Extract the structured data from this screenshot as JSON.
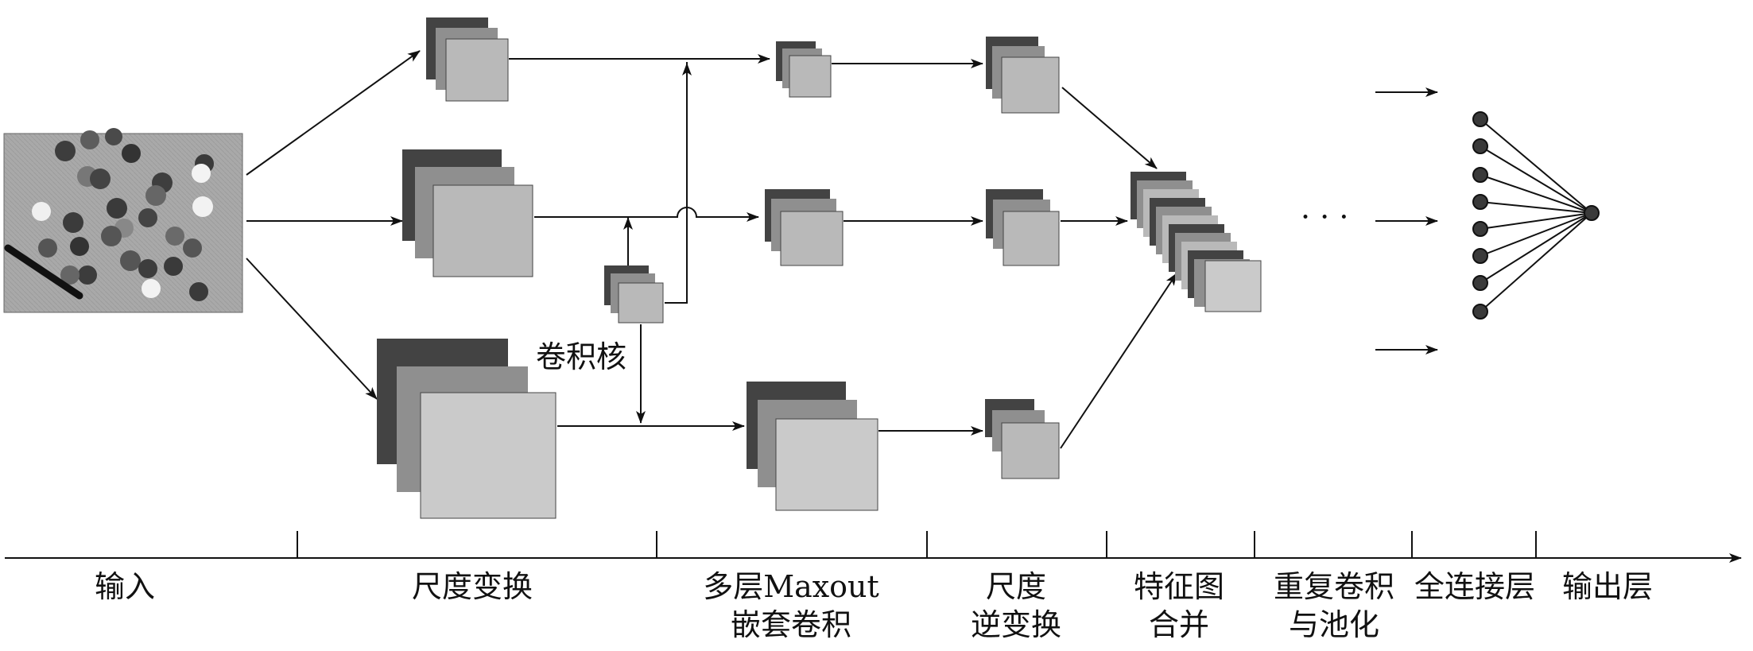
{
  "diagram": {
    "kernel_label": "卷积核",
    "ellipsis": "· · ·",
    "stages": [
      {
        "lines": [
          "输入"
        ]
      },
      {
        "lines": [
          "尺度变换"
        ]
      },
      {
        "lines": [
          "多层Maxout",
          "嵌套卷积"
        ]
      },
      {
        "lines": [
          "尺度",
          "逆变换"
        ]
      },
      {
        "lines": [
          "特征图",
          "合并"
        ]
      },
      {
        "lines": [
          "重复卷积",
          "与池化"
        ]
      },
      {
        "lines": [
          "全连接层"
        ]
      },
      {
        "lines": [
          "输出层"
        ]
      }
    ],
    "colors": {
      "dark": "#434343",
      "mid": "#8f8f8f",
      "light": "#b9b9b9",
      "lighter": "#cacaca",
      "line": "#111111"
    }
  }
}
